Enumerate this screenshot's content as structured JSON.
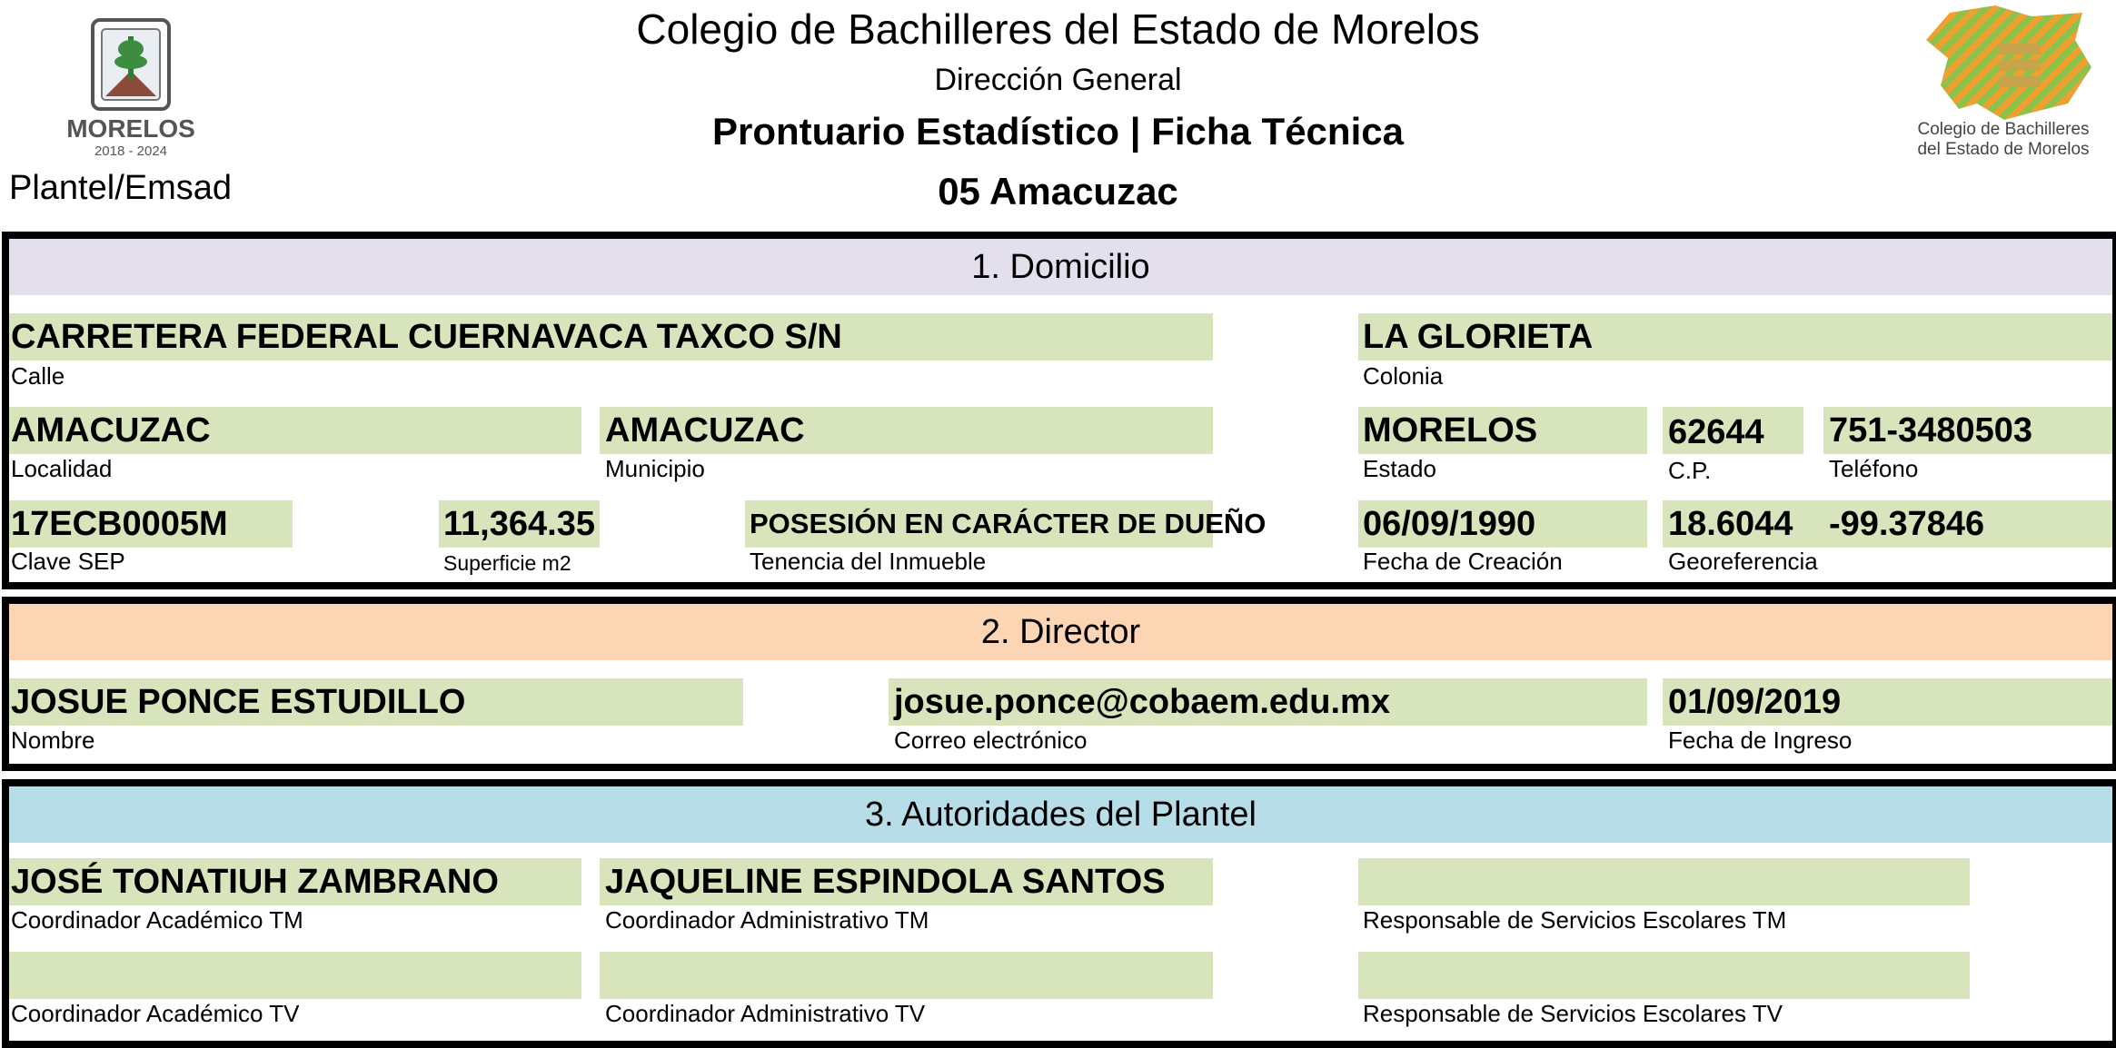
{
  "header": {
    "institution": "Colegio de Bachilleres del Estado de Morelos",
    "direction": "Dirección General",
    "report": "Prontuario Estadístico | Ficha Técnica",
    "plantel_name": "05 Amacuzac",
    "plantel_label": "Plantel/Emsad"
  },
  "logos": {
    "left": {
      "name": "morelos-seal-icon",
      "text": "MORELOS",
      "years": "2018 - 2024"
    },
    "right": {
      "name": "cobaem-logo-icon",
      "line1": "Colegio de Bachilleres",
      "line2": "del Estado de Morelos"
    }
  },
  "domicilio": {
    "title": "1. Domicilio",
    "calle": {
      "value": "CARRETERA FEDERAL CUERNAVACA TAXCO S/N",
      "label": "Calle"
    },
    "colonia": {
      "value": "LA GLORIETA",
      "label": "Colonia"
    },
    "localidad": {
      "value": "AMACUZAC",
      "label": "Localidad"
    },
    "municipio": {
      "value": "AMACUZAC",
      "label": "Municipio"
    },
    "estado": {
      "value": "MORELOS",
      "label": "Estado"
    },
    "cp": {
      "value": "62644",
      "label": "C.P."
    },
    "telefono": {
      "value": "751-3480503",
      "label": "Teléfono"
    },
    "clave_sep": {
      "value": "17ECB0005M",
      "label": "Clave SEP"
    },
    "superficie": {
      "value": "11,364.35",
      "label": "Superficie m2"
    },
    "tenencia": {
      "value": "POSESIÓN EN CARÁCTER DE DUEÑO",
      "label": "Tenencia del Inmueble"
    },
    "fecha_creacion": {
      "value": "06/09/1990",
      "label": "Fecha de Creación"
    },
    "georef": {
      "lat": "18.6044",
      "lon": "-99.37846",
      "label": "Georeferencia"
    }
  },
  "director": {
    "title": "2. Director",
    "nombre": {
      "value": "JOSUE PONCE ESTUDILLO",
      "label": "Nombre"
    },
    "correo": {
      "value": "josue.ponce@cobaem.edu.mx",
      "label": "Correo electrónico"
    },
    "ingreso": {
      "value": "01/09/2019",
      "label": "Fecha de Ingreso"
    }
  },
  "autoridades": {
    "title": "3. Autoridades del Plantel",
    "coord_acad_tm": {
      "value": "JOSÉ TONATIUH ZAMBRANO",
      "label": "Coordinador Académico TM"
    },
    "coord_admin_tm": {
      "value": "JAQUELINE ESPINDOLA SANTOS",
      "label": "Coordinador Administrativo TM"
    },
    "resp_esc_tm": {
      "value": "",
      "label": "Responsable de Servicios Escolares TM"
    },
    "coord_acad_tv": {
      "value": "",
      "label": "Coordinador Académico TV"
    },
    "coord_admin_tv": {
      "value": "",
      "label": "Coordinador Administrativo TV"
    },
    "resp_esc_tv": {
      "value": "",
      "label": "Responsable de Servicios Escolares TV"
    }
  },
  "colors": {
    "field_bg": "#d8e4bc",
    "domicilio_header": "#e4dfec",
    "director_header": "#fcd5b4",
    "autoridades_header": "#b7dee8"
  }
}
